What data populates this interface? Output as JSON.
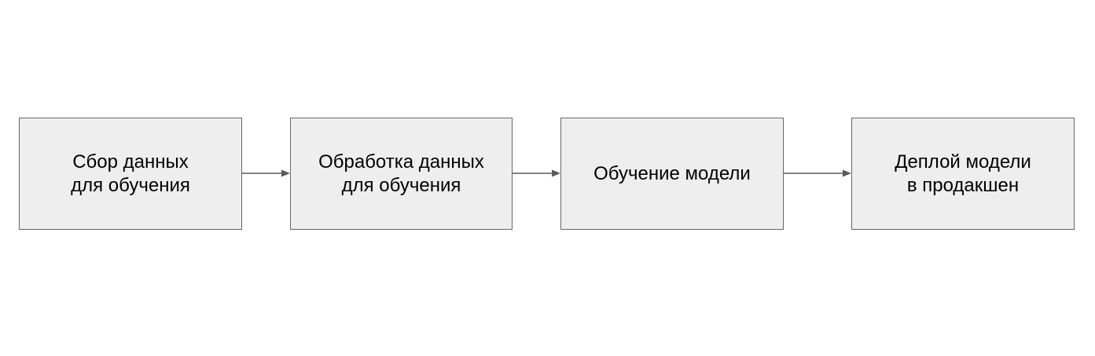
{
  "diagram": {
    "type": "flowchart",
    "direction": "left-to-right",
    "nodes": [
      {
        "id": "collect",
        "label": "Сбор данных\nдля обучения"
      },
      {
        "id": "process",
        "label": "Обработка данных\nдля обучения"
      },
      {
        "id": "train",
        "label": "Обучение модели"
      },
      {
        "id": "deploy",
        "label": "Деплой модели\nв продакшен"
      }
    ],
    "edges": [
      {
        "from": "collect",
        "to": "process"
      },
      {
        "from": "process",
        "to": "train"
      },
      {
        "from": "train",
        "to": "deploy"
      }
    ],
    "colors": {
      "background": "#ffffff",
      "node_fill": "#eeeeee",
      "node_border": "#666666",
      "arrow": "#595959",
      "text": "#000000"
    }
  }
}
